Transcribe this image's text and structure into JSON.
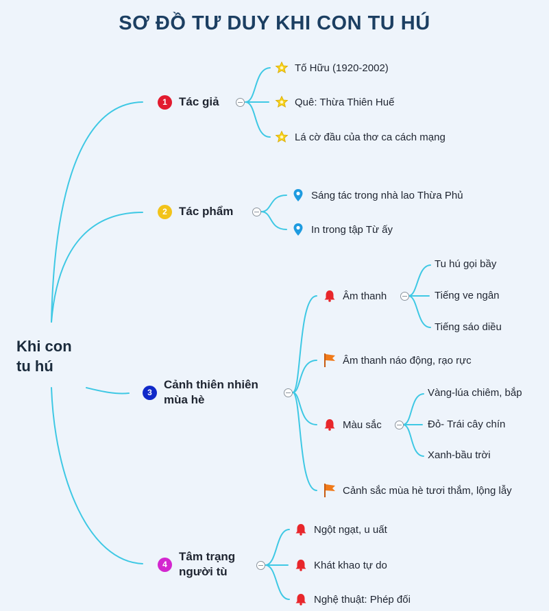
{
  "title": "SƠ ĐỒ TƯ DUY KHI CON TU HÚ",
  "root": {
    "line1": "Khi con",
    "line2": "tu hú"
  },
  "branches": [
    {
      "number": "1",
      "label": "Tác giả",
      "color": "#e21b2f",
      "leaves": [
        {
          "icon": "star-icon",
          "text": "Tố Hữu (1920-2002)"
        },
        {
          "icon": "star-icon",
          "text": "Quê: Thừa Thiên Huế"
        },
        {
          "icon": "star-icon",
          "text": "Lá cờ đầu của thơ ca cách mạng"
        }
      ]
    },
    {
      "number": "2",
      "label": "Tác phẩm",
      "color": "#f2c31a",
      "leaves": [
        {
          "icon": "location-pin-icon",
          "text": "Sáng tác trong nhà lao Thừa Phủ"
        },
        {
          "icon": "location-pin-icon",
          "text": "In trong tập Từ ấy"
        }
      ]
    },
    {
      "number": "3",
      "label_line1": "Cảnh thiên nhiên",
      "label_line2": "mùa hè",
      "color": "#1029c9",
      "leaves": [
        {
          "icon": "bell-icon",
          "text": "Âm thanh",
          "children": [
            "Tu hú gọi bầy",
            "Tiếng ve ngân",
            "Tiếng sáo diều"
          ]
        },
        {
          "icon": "flag-icon",
          "text": "Âm thanh náo động, rạo rực"
        },
        {
          "icon": "bell-icon",
          "text": "Màu sắc",
          "children": [
            "Vàng-lúa chiêm, bắp",
            "Đỏ- Trái cây chín",
            "Xanh-bầu trời"
          ]
        },
        {
          "icon": "flag-icon",
          "text": "Cảnh sắc mùa hè tươi thắm, lộng lẫy"
        }
      ]
    },
    {
      "number": "4",
      "label_line1": "Tâm trạng",
      "label_line2": "người tù",
      "color": "#d326cf",
      "leaves": [
        {
          "icon": "bell-icon",
          "text": "Ngột ngạt, u uất"
        },
        {
          "icon": "bell-icon",
          "text": "Khát khao tự do"
        },
        {
          "icon": "bell-icon",
          "text": "Nghệ thuật: Phép đối"
        }
      ]
    }
  ],
  "colors": {
    "link": "#3ec8e4",
    "title": "#1c3f62",
    "star": "#f6d21a",
    "pin": "#1e9be0",
    "bell": "#e8262b",
    "flag": "#f07a1a"
  }
}
